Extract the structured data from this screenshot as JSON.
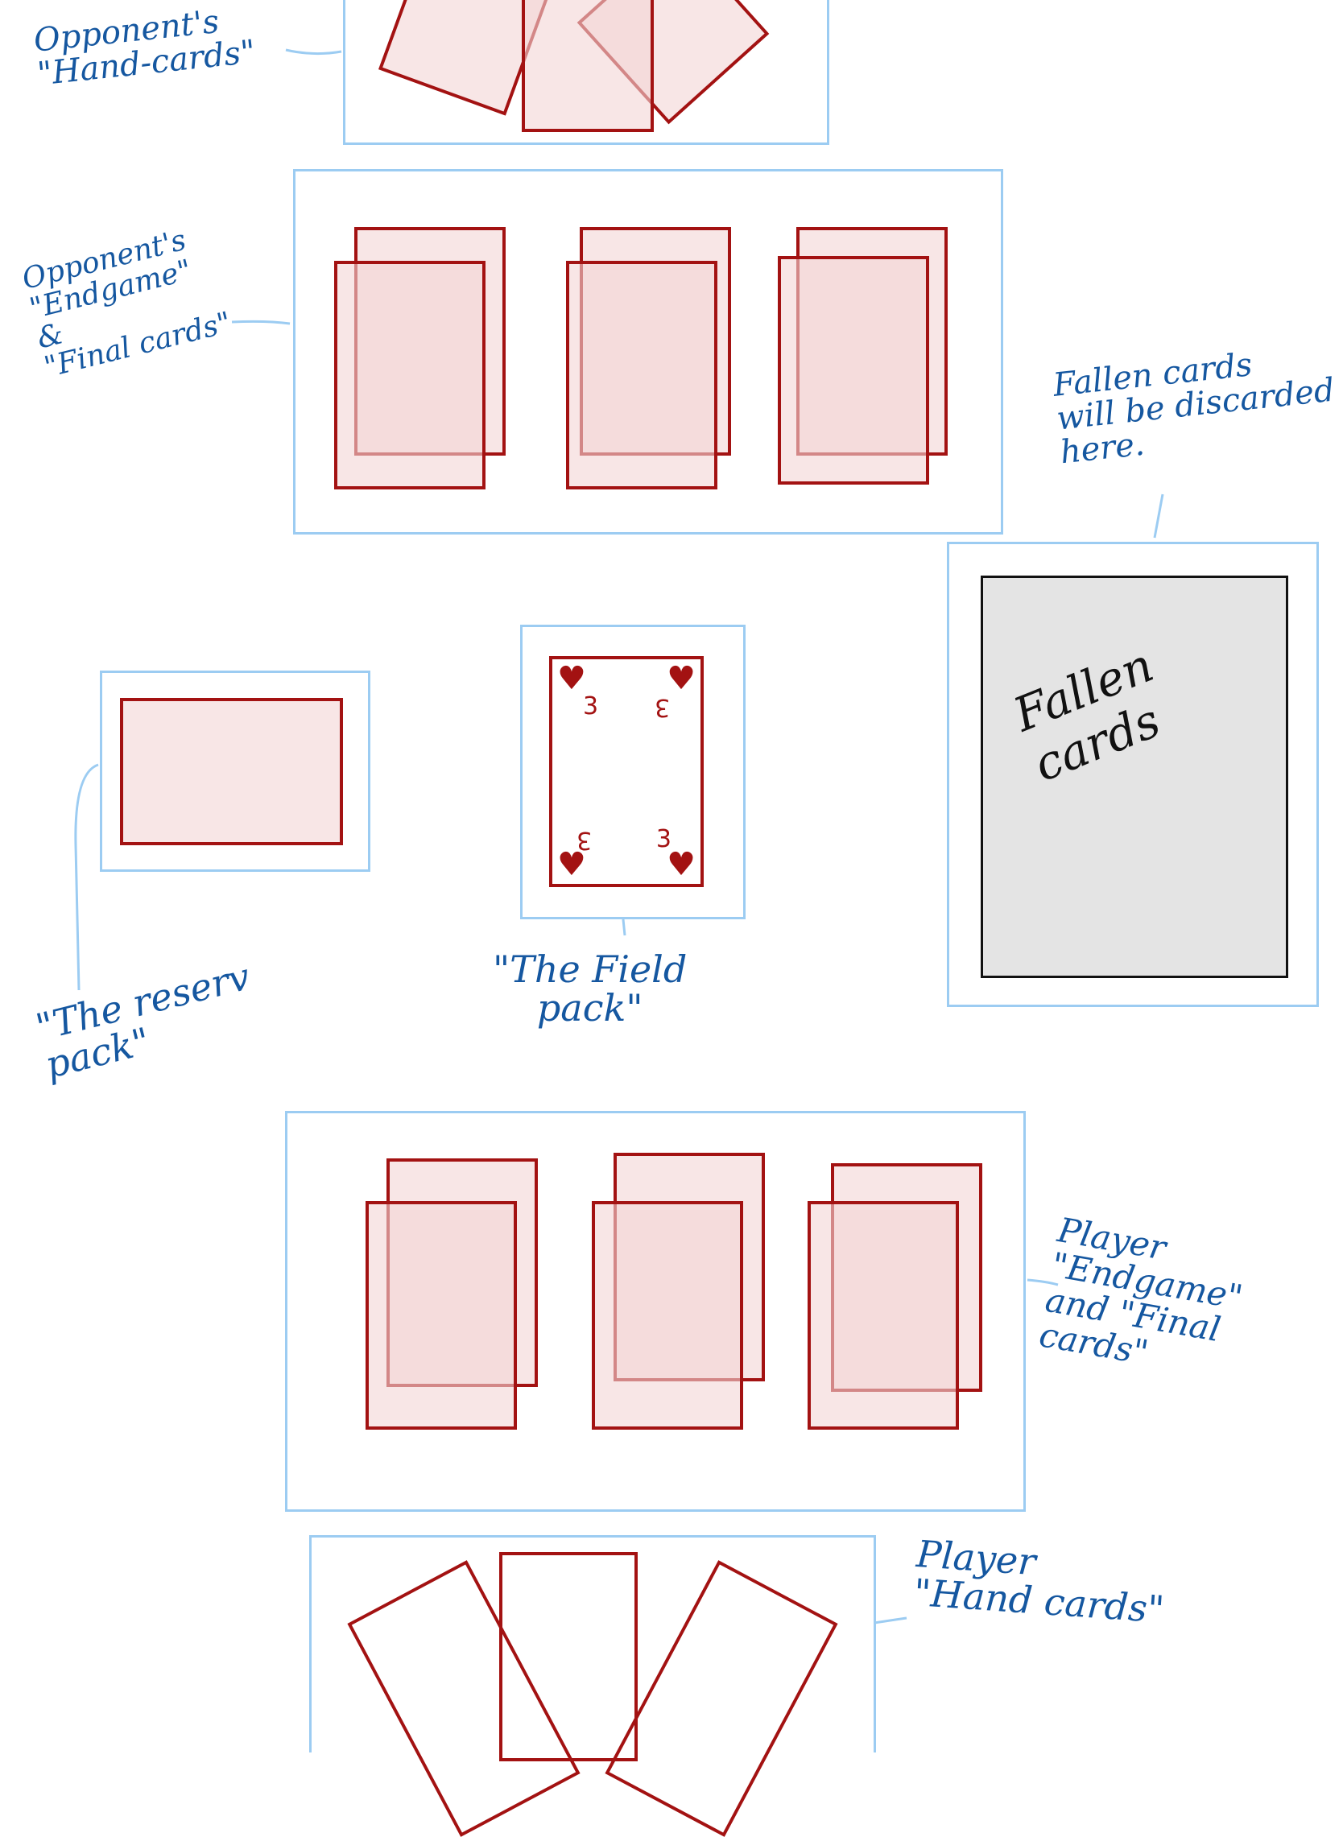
{
  "labels": {
    "opponent_hand": "Opponent's\n\"Hand-cards\"",
    "opponent_endgame": "Opponent's\n\"Endgame\"\n&\n\"Final cards\"",
    "fallen_note": "Fallen cards\nwill be discarded\nhere.",
    "reserve_pack": "\"The reserv\npack\"",
    "field_pack": "\"The Field\npack\"",
    "player_endgame": "Player\n\"Endgame\"\nand \"Final cards\"",
    "player_hand": "Player\n\"Hand cards\""
  },
  "fallen_slot": {
    "text": "Fallen\ncards"
  },
  "field_card": {
    "rank": "3",
    "suit": "hearts",
    "suit_symbol": "♥"
  },
  "colors": {
    "zone_border": "#9cccf2",
    "card_border": "#a31212",
    "card_fill": "#f4d6d6",
    "annotation": "#1557a0",
    "fallen_fill": "#e4e4e4"
  }
}
